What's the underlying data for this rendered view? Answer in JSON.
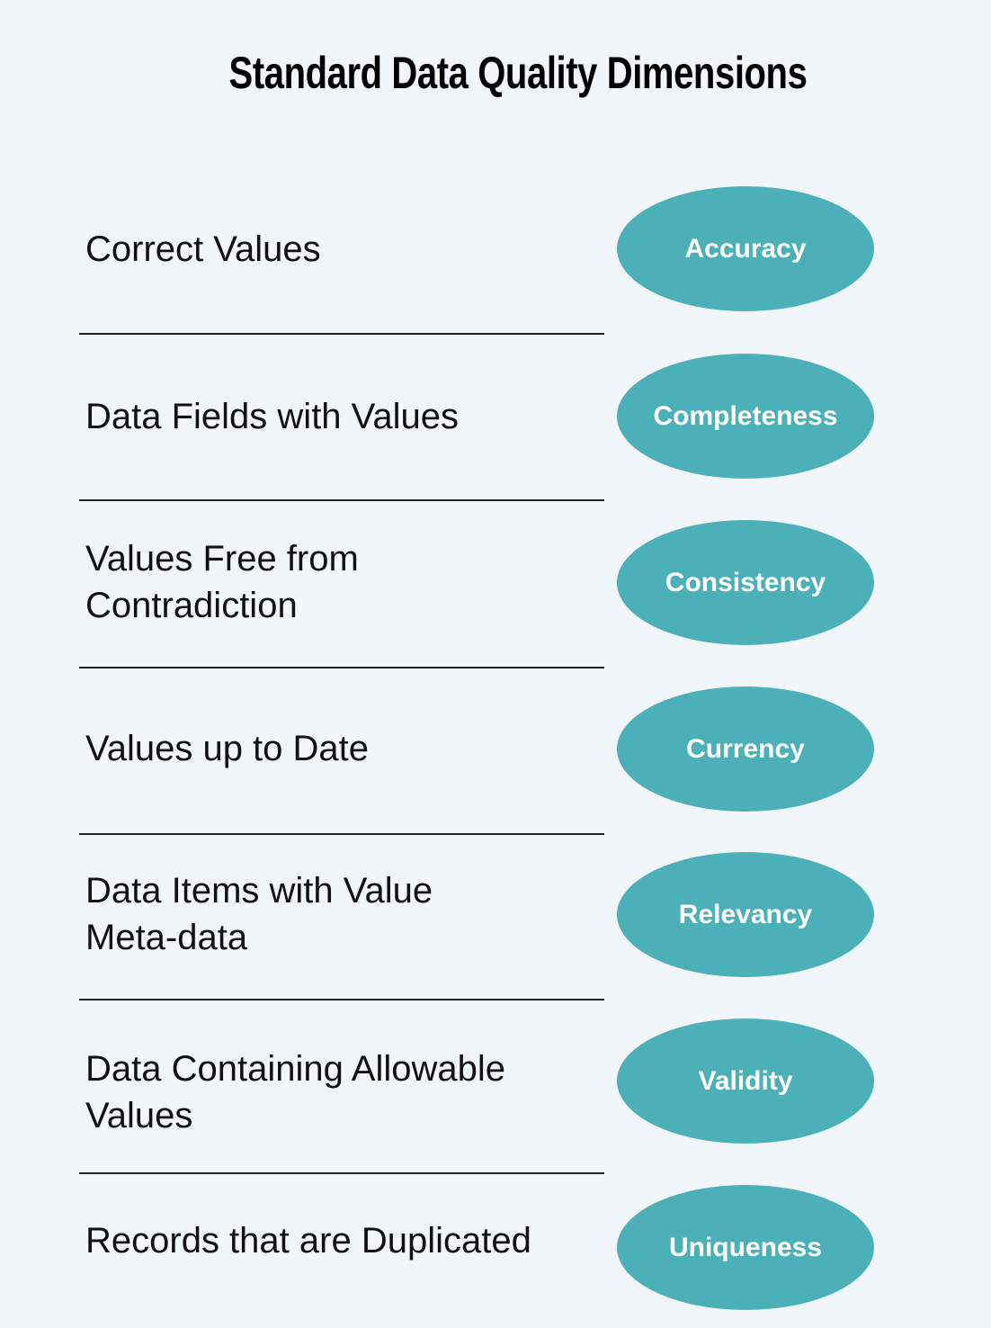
{
  "title": "Standard Data Quality Dimensions",
  "colors": {
    "background": "#F1F6FB",
    "ellipse": "#4CB0B8",
    "ellipse_text": "#FFFFFF",
    "divider": "#222222"
  },
  "rows": [
    {
      "description": "Correct Values",
      "dimension": "Accuracy"
    },
    {
      "description": "Data Fields with Values",
      "dimension": "Completeness"
    },
    {
      "description": "Values Free from Contradiction",
      "dimension": "Consistency"
    },
    {
      "description": "Values up to Date",
      "dimension": "Currency"
    },
    {
      "description": "Data Items with Value Meta-data",
      "dimension": "Relevancy"
    },
    {
      "description": "Data Containing Allowable Values",
      "dimension": "Validity"
    },
    {
      "description": "Records that are Duplicated",
      "dimension": "Uniqueness"
    }
  ]
}
